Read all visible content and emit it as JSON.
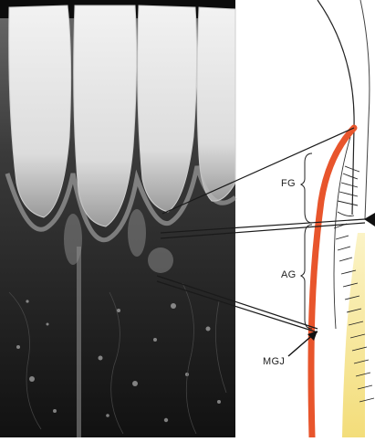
{
  "figure": {
    "labels": {
      "fg": "FG",
      "ag": "AG",
      "mgj": "MGJ"
    },
    "colors": {
      "gingiva_line": "#e8552c",
      "bone": "#f6e79a",
      "leader_lines": "#1a1a1a",
      "photo_dark": "#141414"
    }
  }
}
